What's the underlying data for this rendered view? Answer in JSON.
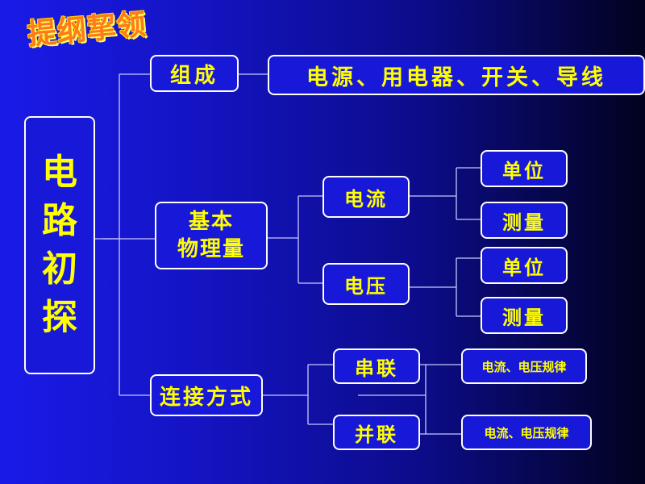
{
  "title": "提纲挈领",
  "root": {
    "chars": [
      "电",
      "路",
      "初",
      "探"
    ]
  },
  "composition": {
    "label": "组成",
    "content": "电源、用电器、开关、导线"
  },
  "quantities": {
    "label_line1": "基本",
    "label_line2": "物理量",
    "current": {
      "label": "电流",
      "unit": "单位",
      "measure": "测量"
    },
    "voltage": {
      "label": "电压",
      "unit": "单位",
      "measure": "测量"
    }
  },
  "connection": {
    "label": "连接方式",
    "series": {
      "label": "串联",
      "rule": "电流、电压规律"
    },
    "parallel": {
      "label": "并联",
      "rule": "电流、电压规律"
    }
  },
  "colors": {
    "text": "#ffff00",
    "border": "#ffffff",
    "title": "#ff7a1a"
  }
}
